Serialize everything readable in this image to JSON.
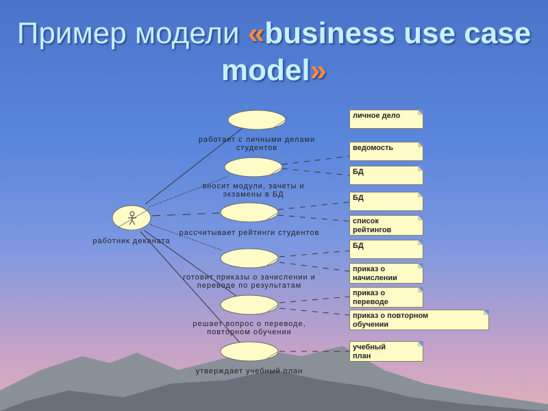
{
  "title": {
    "prefix": "Пример модели ",
    "quote_open": "«",
    "main": "business use case model",
    "quote_close": "»"
  },
  "actor": {
    "label": "работник деканата"
  },
  "use_cases": [
    {
      "label1": "работает с личными делами",
      "label2": "студентов"
    },
    {
      "label1": "вносит модули, зачеты и",
      "label2": "экзамены в БД"
    },
    {
      "label1": "рассчитывает рейтинги студентов",
      "label2": ""
    },
    {
      "label1": "готовит приказы о зачислении и",
      "label2": "переводе по результатам"
    },
    {
      "label1": "решает вопрос о переводе,",
      "label2": "повторном обучении"
    },
    {
      "label1": "утверждает учебный план",
      "label2": ""
    }
  ],
  "notes": [
    "личное дело",
    "ведомость",
    "БД",
    "БД",
    "список рейтингов",
    "БД",
    "приказ о начислении",
    "приказ о переводе",
    "приказ о повторном обучении",
    "учебный план"
  ],
  "colors": {
    "ellipse": "#fffcc8",
    "note": "#fffcc8",
    "title": "#c8f0ff",
    "accent": "#ff8a3a"
  }
}
